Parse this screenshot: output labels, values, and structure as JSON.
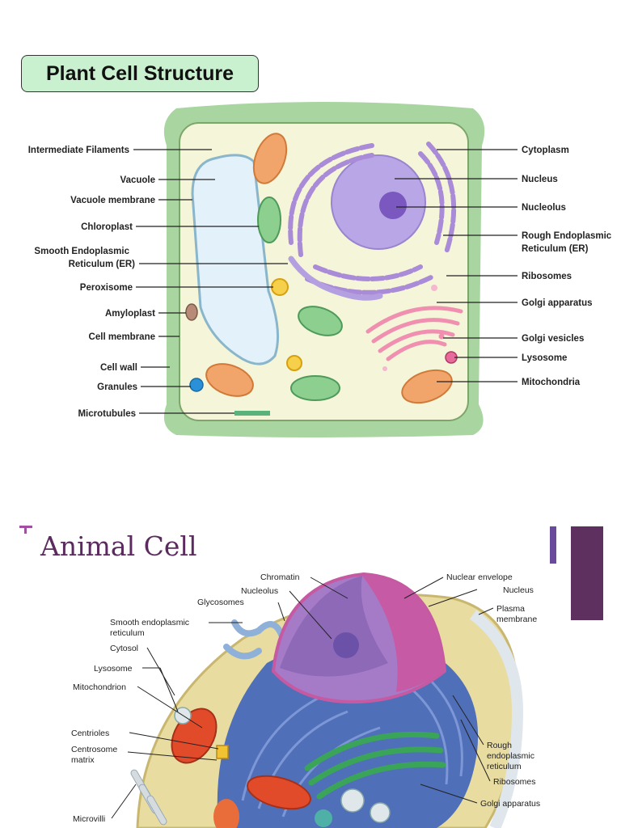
{
  "plant": {
    "title": "Plant Cell Structure",
    "left_labels": [
      "Intermediate Filaments",
      "Vacuole",
      "Vacuole membrane",
      "Chloroplast",
      "Smooth Endoplasmic",
      "Reticulum (ER)",
      "Peroxisome",
      "Amyloplast",
      "Cell membrane",
      "Cell wall",
      "Granules",
      "Microtubules"
    ],
    "right_labels": [
      "Cytoplasm",
      "Nucleus",
      "Nucleolus",
      "Rough Endoplasmic",
      "Reticulum (ER)",
      "Ribosomes",
      "Golgi apparatus",
      "Golgi vesicles",
      "Lysosome",
      "Mitochondria"
    ]
  },
  "animal": {
    "title": "Animal Cell",
    "left_labels": [
      "Chromatin",
      "Nucleolus",
      "Glycosomes",
      "Smooth endoplasmic",
      "reticulum",
      "Cytosol",
      "Lysosome",
      "Mitochondrion",
      "Centrioles",
      "Centrosome",
      "matrix",
      "Microvilli"
    ],
    "right_labels": [
      "Nuclear envelope",
      "Nucleus",
      "Plasma",
      "membrane",
      "Rough",
      "endoplasmic",
      "reticulum",
      "Ribosomes",
      "Golgi apparatus"
    ]
  },
  "colors": {
    "cell_wall": "#a9d5a0",
    "cytoplasm": "#f3f4d8",
    "nucleus": "#b9a6e6",
    "mitochondria": "#f2a56a",
    "golgi": "#f08fb0",
    "chloroplast": "#4f9a5a",
    "animal_title": "#5b2a5e"
  }
}
